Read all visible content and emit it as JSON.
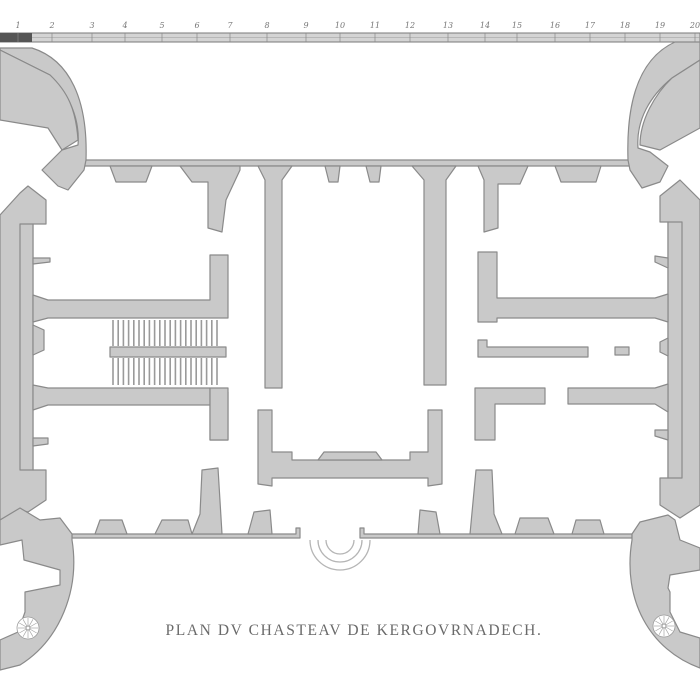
{
  "plan": {
    "title": "PLAN DV CHASTEAV DE KERGOVRNADECH.",
    "subject": "Floor plan of the Château de Kergournadec'h",
    "style": "engraving, grey wall poché on white",
    "colors": {
      "wall_fill": "#c9c9c9",
      "wall_stroke": "#8a8a8a",
      "background": "#ffffff",
      "text": "#6a6a6a"
    }
  },
  "scale_bar": {
    "ticks": [
      "1",
      "2",
      "3",
      "4",
      "5",
      "6",
      "7",
      "8",
      "9",
      "10",
      "11",
      "12",
      "13",
      "14",
      "15",
      "16",
      "17",
      "18",
      "19",
      "20"
    ],
    "tick_x": [
      18,
      52,
      92,
      125,
      162,
      197,
      230,
      267,
      306,
      340,
      375,
      410,
      448,
      485,
      517,
      555,
      590,
      625,
      660,
      695
    ]
  },
  "features": {
    "corner_towers": [
      "north-west",
      "north-east",
      "south-west",
      "south-east"
    ],
    "staircase": "west wing, double-run stair",
    "entrance": "south façade, semicircular steps",
    "spiral_stairs": [
      "south-west tower",
      "south-east tower"
    ]
  }
}
